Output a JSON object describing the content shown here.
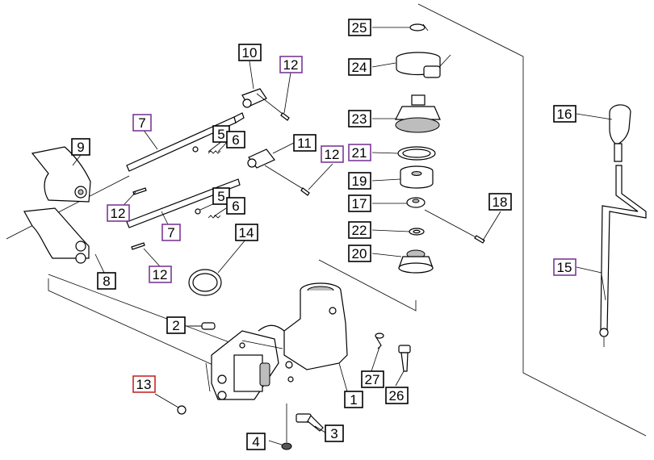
{
  "colors": {
    "line": "#000000",
    "default_label_border": "#000000",
    "purple_label_border": "#7b3a96",
    "red_label_border": "#c62828",
    "background": "#ffffff"
  },
  "callouts": [
    {
      "id": "1",
      "text": "1",
      "style": "default"
    },
    {
      "id": "2",
      "text": "2",
      "style": "default"
    },
    {
      "id": "3",
      "text": "3",
      "style": "default"
    },
    {
      "id": "4",
      "text": "4",
      "style": "default"
    },
    {
      "id": "5a",
      "text": "5",
      "style": "default"
    },
    {
      "id": "5b",
      "text": "5",
      "style": "default"
    },
    {
      "id": "6a",
      "text": "6",
      "style": "default"
    },
    {
      "id": "6b",
      "text": "6",
      "style": "default"
    },
    {
      "id": "7a",
      "text": "7",
      "style": "purple"
    },
    {
      "id": "7b",
      "text": "7",
      "style": "purple"
    },
    {
      "id": "8",
      "text": "8",
      "style": "default"
    },
    {
      "id": "9",
      "text": "9",
      "style": "default"
    },
    {
      "id": "10",
      "text": "10",
      "style": "default"
    },
    {
      "id": "11",
      "text": "11",
      "style": "default"
    },
    {
      "id": "12a",
      "text": "12",
      "style": "purple"
    },
    {
      "id": "12b",
      "text": "12",
      "style": "purple"
    },
    {
      "id": "12c",
      "text": "12",
      "style": "purple"
    },
    {
      "id": "12d",
      "text": "12",
      "style": "purple"
    },
    {
      "id": "13",
      "text": "13",
      "style": "red"
    },
    {
      "id": "14",
      "text": "14",
      "style": "default"
    },
    {
      "id": "15",
      "text": "15",
      "style": "purple"
    },
    {
      "id": "16",
      "text": "16",
      "style": "default"
    },
    {
      "id": "17",
      "text": "17",
      "style": "default"
    },
    {
      "id": "18",
      "text": "18",
      "style": "default"
    },
    {
      "id": "19",
      "text": "19",
      "style": "default"
    },
    {
      "id": "20",
      "text": "20",
      "style": "default"
    },
    {
      "id": "21",
      "text": "21",
      "style": "purple"
    },
    {
      "id": "22",
      "text": "22",
      "style": "default"
    },
    {
      "id": "23",
      "text": "23",
      "style": "default"
    },
    {
      "id": "24",
      "text": "24",
      "style": "default"
    },
    {
      "id": "25",
      "text": "25",
      "style": "default"
    },
    {
      "id": "26",
      "text": "26",
      "style": "default"
    },
    {
      "id": "27",
      "text": "27",
      "style": "default"
    }
  ]
}
